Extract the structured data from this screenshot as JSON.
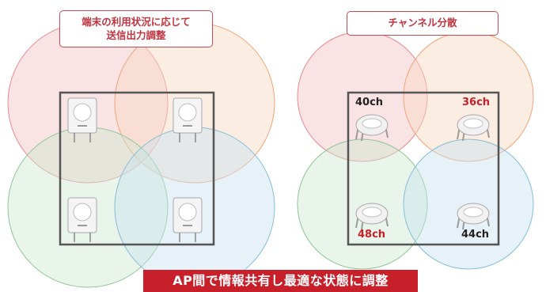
{
  "left_panel": {
    "title_line1": "端末の利用状況に応じて",
    "title_line2": "送信出力調整"
  },
  "right_panel": {
    "title": "チャンネル分散",
    "channels": {
      "top_left": "40ch",
      "top_right": "36ch",
      "bottom_left": "48ch",
      "bottom_right": "44ch"
    }
  },
  "banner": {
    "text": "AP間で情報共有し最適な状態に調整"
  },
  "colors": {
    "zone_red": "#f4c2c5",
    "zone_orange": "#f8d6c2",
    "zone_green": "#cfe6d1",
    "zone_blue": "#c8e2ee",
    "accent_red": "#c7202b",
    "channel_dark": "#222222"
  },
  "icons": [
    "access-point-wall",
    "access-point-ceiling"
  ]
}
